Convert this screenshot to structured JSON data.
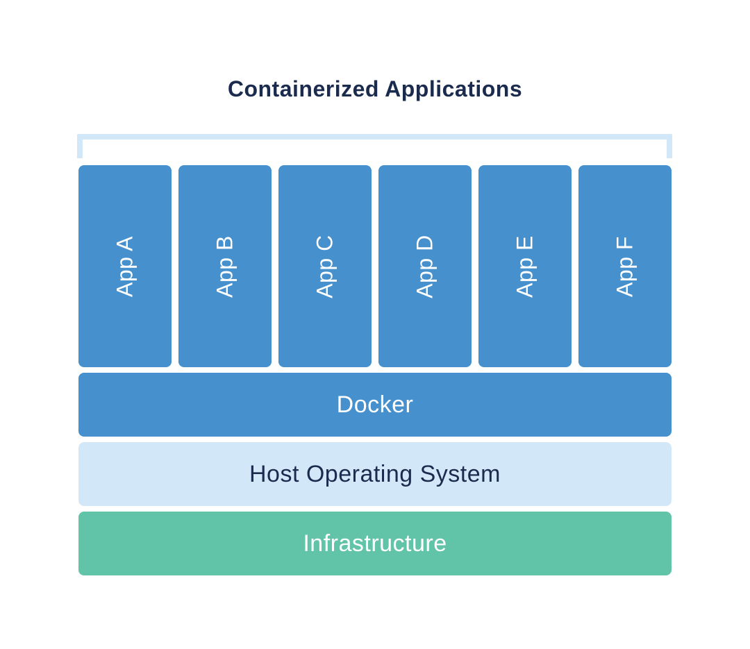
{
  "title": "Containerized Applications",
  "apps": [
    {
      "label": "App A"
    },
    {
      "label": "App B"
    },
    {
      "label": "App C"
    },
    {
      "label": "App D"
    },
    {
      "label": "App E"
    },
    {
      "label": "App F"
    }
  ],
  "layers": [
    {
      "label": "Docker"
    },
    {
      "label": "Host Operating System"
    },
    {
      "label": "Infrastructure"
    }
  ],
  "colors": {
    "app_box_blue": "#4590CD",
    "layer_docker_blue": "#4590CD",
    "layer_host_os_light_blue": "#D2E7F8",
    "layer_infrastructure_green": "#61C3A8",
    "bracket_light_blue": "#D2E7F8",
    "title_navy": "#1B2B4E",
    "text_white": "#FFFFFF",
    "background": "#FFFFFF"
  }
}
